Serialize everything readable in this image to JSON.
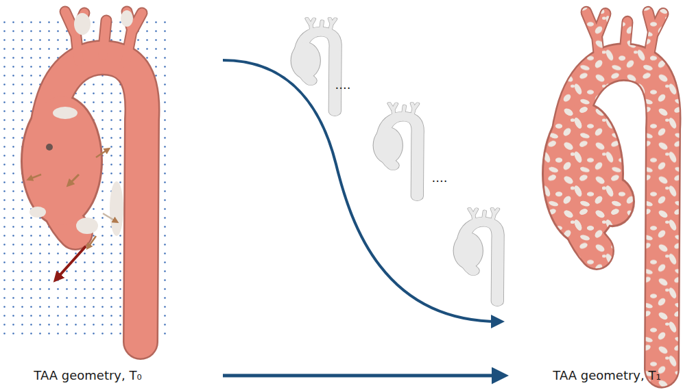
{
  "diagram": {
    "labels": [
      "TAA geometry, T₀",
      "....",
      "....",
      "TAA geometry, T₁"
    ]
  }
}
